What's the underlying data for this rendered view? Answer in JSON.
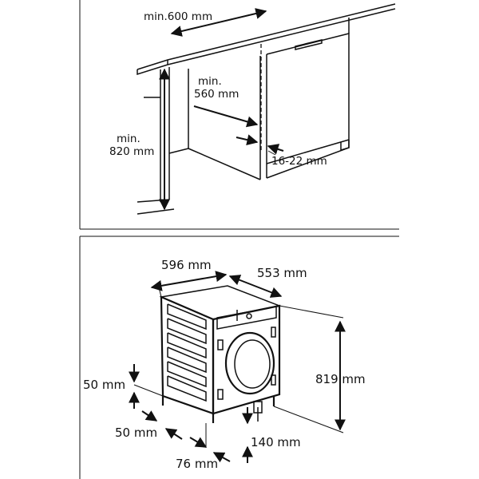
{
  "installation": {
    "width_label": "min.600 mm",
    "depth_label_line1": "min.",
    "depth_label_line2": "560 mm",
    "height_label_line1": "min.",
    "height_label_line2": "820 mm",
    "gap_label": "16-22 mm"
  },
  "appliance": {
    "width_label": "596 mm",
    "depth_label": "553 mm",
    "height_label": "819 mm",
    "foot_side_label": "50 mm",
    "foot_front_label": "50 mm",
    "foot_height_label": "140 mm",
    "foot_depth_label": "76 mm"
  }
}
